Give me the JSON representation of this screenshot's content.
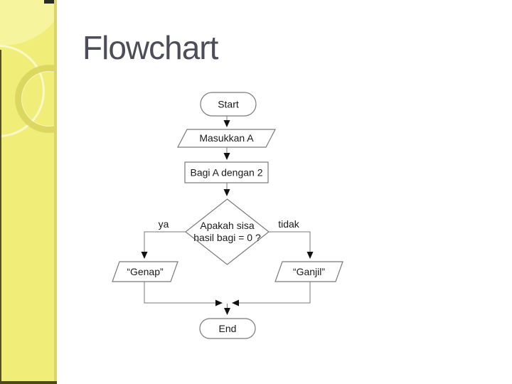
{
  "slide": {
    "title": "Flowchart"
  },
  "theme": {
    "sidebar_yellow": "#f0ee78",
    "sidebar_edge": "#d9d56a",
    "sidebar_bottom_bar": "#4b4b17",
    "title_color": "#4d4d5a",
    "shape_fill": "#ffffff",
    "shape_stroke": "#7a7a7a",
    "text_color": "#1a1a1a",
    "arrow_color": "#111111"
  },
  "flowchart": {
    "nodes": {
      "start": {
        "type": "terminator",
        "label": "Start"
      },
      "input": {
        "type": "input-output",
        "label": "Masukkan A"
      },
      "process": {
        "type": "process",
        "label": "Bagi A dengan 2"
      },
      "decision": {
        "type": "decision",
        "label_line1": "Apakah sisa",
        "label_line2": "hasil bagi = 0 ?"
      },
      "even": {
        "type": "input-output",
        "label": "“Genap”"
      },
      "odd": {
        "type": "input-output",
        "label": "“Ganjil”"
      },
      "end": {
        "type": "terminator",
        "label": "End"
      }
    },
    "branch_labels": {
      "yes": "ya",
      "no": "tidak"
    }
  }
}
